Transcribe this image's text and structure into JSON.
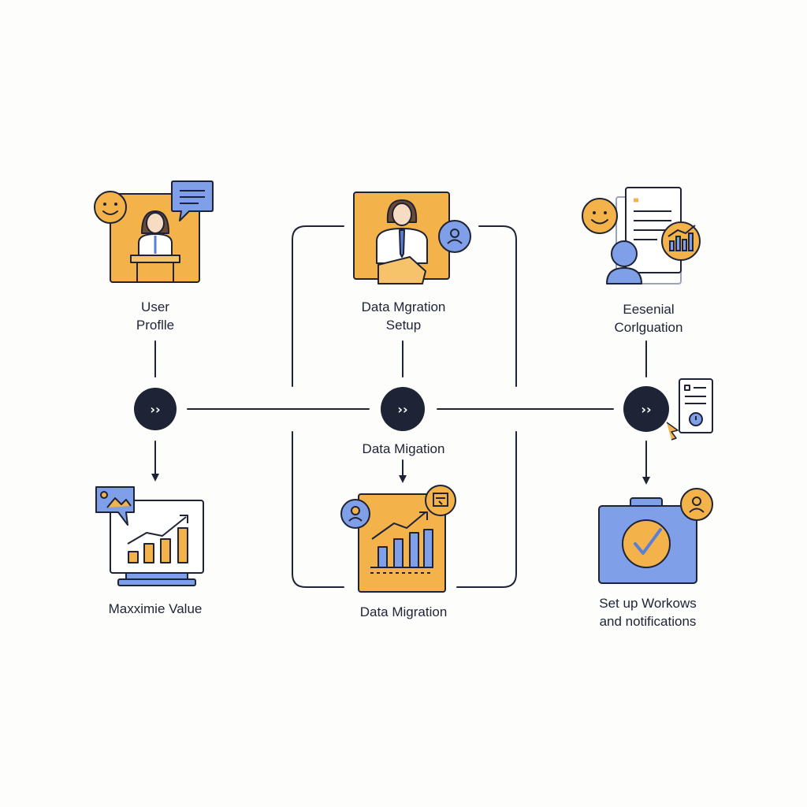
{
  "diagram": {
    "colors": {
      "ink": "#1e2335",
      "orange": "#f3b24a",
      "orange_light": "#f6c26a",
      "blue": "#7f9fe8",
      "blue_dark": "#5a7fd8",
      "skin": "#f7dcc4",
      "hair": "#6b4a35",
      "white": "#ffffff",
      "background": "#fdfdfc"
    },
    "steps": {
      "user_profile": {
        "line1": "User",
        "line2": "Proflle",
        "icon": "presenter-at-podium-icon"
      },
      "data_migration_setup": {
        "line1": "Data Mgration",
        "line2": "Setup",
        "icon": "person-with-document-icon"
      },
      "essential_configuration": {
        "line1": "Eesenial",
        "line2": "Corlguation",
        "icon": "document-with-person-and-chart-icon"
      },
      "maximize_value": {
        "text": "Maxximie Value",
        "icon": "monitor-growth-chart-icon"
      },
      "data_migration_mid": {
        "text": "Data Migation",
        "icon": "forward-arrows-icon"
      },
      "data_migration_bottom": {
        "text": "Data Migration",
        "icon": "growth-chart-icon"
      },
      "workflows_notifications": {
        "line1": "Set up Workows",
        "line2": "and notifications",
        "icon": "checkmark-briefcase-icon"
      }
    },
    "nodes": {
      "symbol": "››",
      "icon": "fast-forward-icon"
    }
  }
}
